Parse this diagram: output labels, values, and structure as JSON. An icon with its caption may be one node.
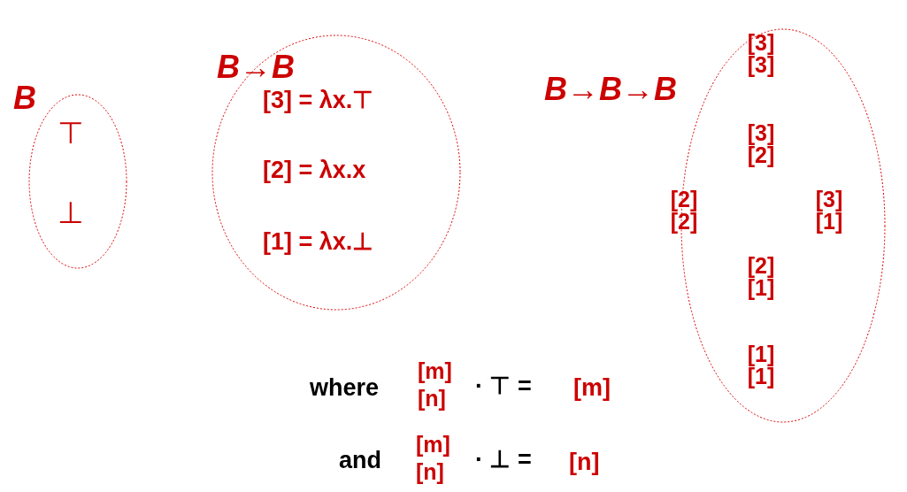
{
  "diagram": {
    "nodes": [
      {
        "text": [
          "B",
          "⊤",
          "⊥"
        ]
      },
      {
        "text": [
          "B→B",
          "[3] = λx.⊤",
          "[2] = λx.x",
          "[1] = λx.⊥"
        ]
      },
      {
        "text": [
          "B→B→B",
          "[3] [3]",
          "[3] [2]",
          "[2] [2]",
          "[3] [1]",
          "[2] [1]",
          "[1] [1]"
        ]
      }
    ],
    "edges": [],
    "labels": [
      "where",
      "[m]",
      "[n]",
      "· ⊤ =",
      "[m]",
      "and",
      "[m]",
      "[n]",
      "· ⊥ =",
      "[n]"
    ]
  }
}
